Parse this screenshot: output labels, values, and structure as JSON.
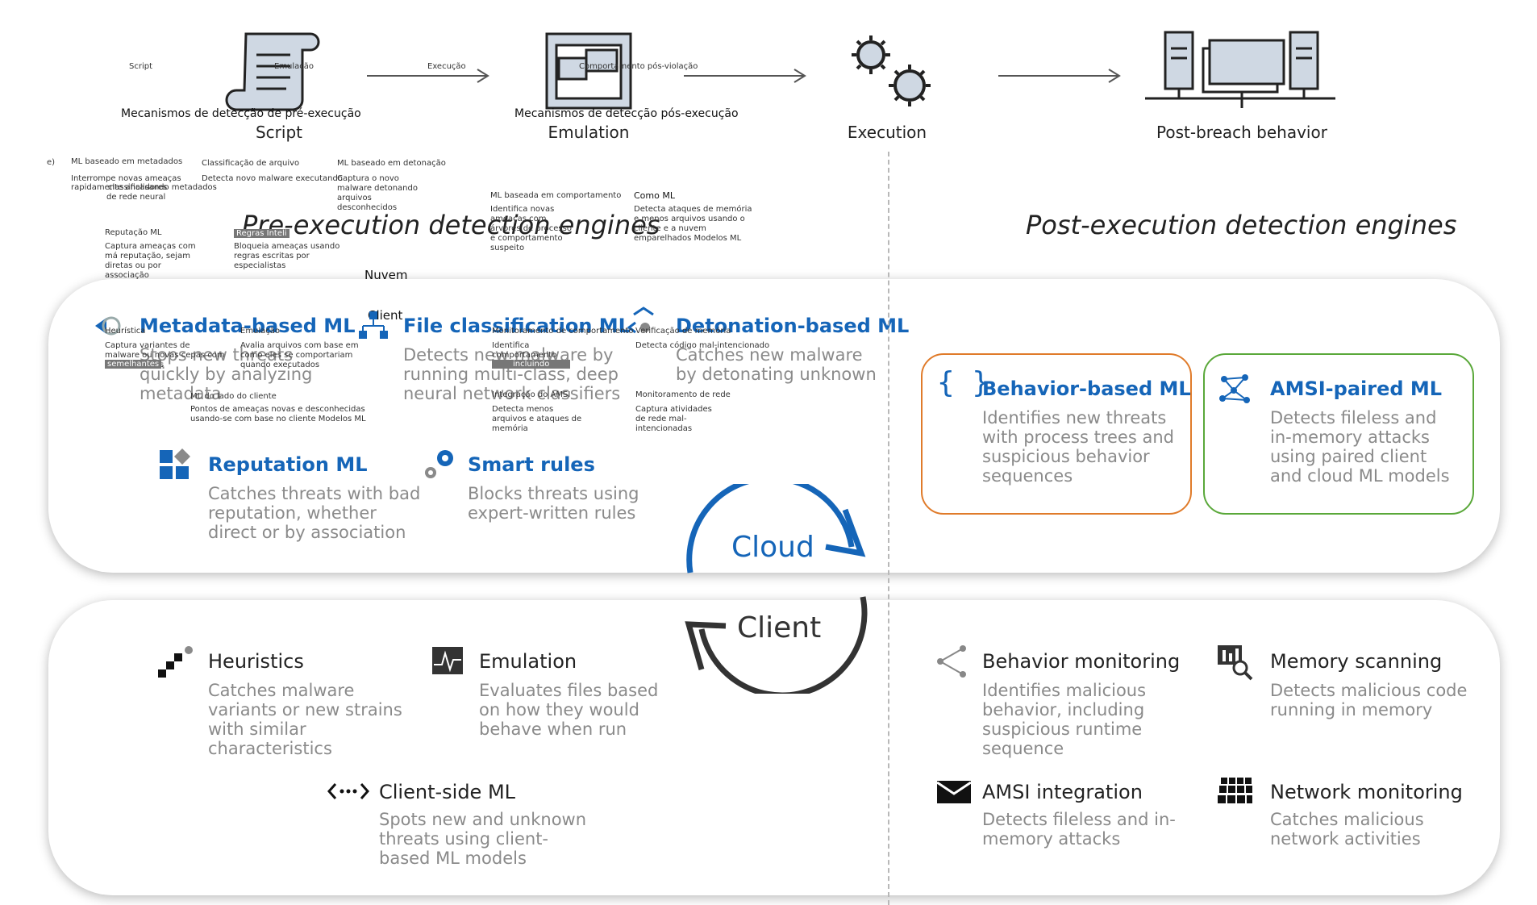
{
  "stages": {
    "script": "Script",
    "emulation": "Emulation",
    "execution": "Execution",
    "post_breach": "Post-breach behavior"
  },
  "overlay_top": {
    "script_small": "Script",
    "emulacao_small": "Emulação",
    "execucao_arrow": "Execução",
    "comportamento": "Comportamento pós-violação",
    "pre_exec_mech": "Mecanismos de detecção de pré-execução",
    "post_exec_mech": "Mecanismos de detecção pós-execução"
  },
  "sections": {
    "pre": "Pre-execution detection engines",
    "post": "Post-execution detection engines"
  },
  "overlay_mid": {
    "e": "e)",
    "ml_metadados": "ML baseado em metadados",
    "ml_metadados_desc1": "Interrompe novas ameaças",
    "ml_metadados_desc2": "rapidamente analisando metadados",
    "classificador": "classificadores",
    "rede_neural": "de rede neural",
    "classificacao": "Classificação de arquivo",
    "classificacao_desc": "Detecta novo malware executando",
    "ml_detonacao": "ML baseado em detonação",
    "ml_detonacao_desc": "Captura o novo malware detonando arquivos desconhecidos",
    "ml_comportamento": "ML baseada em comportamento",
    "ml_comportamento_desc": "Identifica novas ameaças com árvores de processo e comportamento suspeito",
    "como_ml": "Como ML",
    "como_ml_desc": "Detecta ataques de memória e menos arquivos usando o cliente e a nuvem emparelhados Modelos ML",
    "reputacao": "Reputação ML",
    "reputacao_desc": "Captura ameaças com má reputação, sejam diretas ou por associação",
    "regras": "Regras Inteli",
    "regras_desc": "Bloqueia ameaças usando regras escritas por especialistas",
    "nuvem": "Nuvem",
    "client": "Client",
    "heuristica": "Heurística",
    "heuristica_desc": "Captura variantes de malware ou novas cepas com características",
    "semelhantes": "semelhantes",
    "emulacao": "Emulação",
    "emulacao_desc": "Avalia arquivos com base em como eles se comportariam quando executados",
    "monitoramento": "Monitoramento de comportamento",
    "monitoramento_desc": "Identifica comportamento mal-intencionado,",
    "incluindo": "incluindo",
    "verificacao": "Verificação de memória",
    "verificacao_desc": "Detecta código mal-intencionado",
    "ml_cliente": "ML do lado do cliente",
    "ml_cliente_desc": "Pontos de ameaças novas e desconhecidas usando-se com base no cliente Modelos ML",
    "amsi_int": "Integração do AMSI",
    "amsi_int_desc": "Detecta menos arquivos e ataques de memória",
    "rede": "Monitoramento de rede",
    "rede_desc": "Captura atividades de rede mal-intencionadas"
  },
  "cloud_panel": {
    "metadata": {
      "title": "Metadata-based ML",
      "desc": "Stops new threats quickly by analyzing metadata"
    },
    "file_class": {
      "title": "File classification ML",
      "desc": "Detects new malware by running multi-class, deep neural network classifiers"
    },
    "detonation": {
      "title": "Detonation-based ML",
      "desc": "Catches new malware by detonating unknown files"
    },
    "reputation": {
      "title": "Reputation ML",
      "desc": "Catches threats with bad reputation, whether direct or by association"
    },
    "smart": {
      "title": "Smart rules",
      "desc": "Blocks threats using expert-written rules"
    },
    "behavior_ml": {
      "title": "Behavior-based ML",
      "desc": "Identifies new threats with process trees and suspicious behavior sequences"
    },
    "amsi_ml": {
      "title": "AMSI-paired ML",
      "desc": "Detects fileless and in-memory attacks using paired client and cloud ML models"
    }
  },
  "cycle": {
    "cloud": "Cloud",
    "client": "Client"
  },
  "client_panel": {
    "heuristics": {
      "title": "Heuristics",
      "desc": "Catches malware variants or new strains with similar characteristics"
    },
    "emulation": {
      "title": "Emulation",
      "desc": "Evaluates files based on how they would behave when run"
    },
    "client_ml": {
      "title": "Client-side ML",
      "desc": "Spots new and unknown threats using client-based ML models"
    },
    "behavior_mon": {
      "title": "Behavior monitoring",
      "desc": "Identifies malicious behavior, including suspicious runtime sequence"
    },
    "memory": {
      "title": "Memory scanning",
      "desc": "Detects malicious code running in memory"
    },
    "amsi_int": {
      "title": "AMSI integration",
      "desc": "Detects fileless and in-memory attacks"
    },
    "network": {
      "title": "Network monitoring",
      "desc": "Catches malicious network activities"
    }
  },
  "colors": {
    "blue": "#1565b8",
    "orange": "#e07b2a",
    "green": "#5aa83a",
    "gray_text": "#8a8a8a"
  }
}
